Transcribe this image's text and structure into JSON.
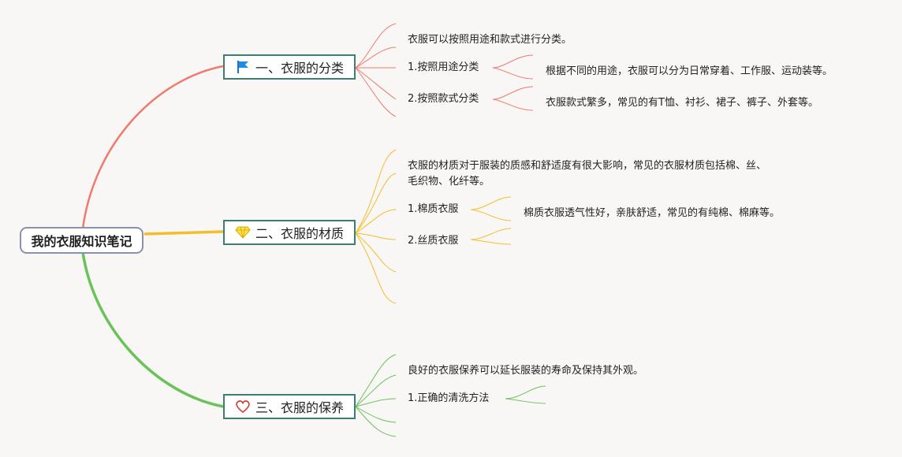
{
  "root": {
    "label": "我的衣服知识笔记"
  },
  "colors": {
    "branch1": "#ef7a6d",
    "branch2": "#f4bd2b",
    "branch3": "#6cc25a",
    "node_border": "#3a7e74",
    "root_border": "#8892ab"
  },
  "branches": [
    {
      "icon": "flag-icon",
      "label": "一、衣服的分类",
      "intro": "衣服可以按照用途和款式进行分类。",
      "subs": [
        {
          "label": "1.按照用途分类",
          "detail": "根据不同的用途，衣服可以分为日常穿着、工作服、运动装等。"
        },
        {
          "label": "2.按照款式分类",
          "detail": "衣服款式繁多，常见的有T恤、衬衫、裙子、裤子、外套等。"
        }
      ]
    },
    {
      "icon": "diamond-icon",
      "label": "二、衣服的材质",
      "intro_line1": "衣服的材质对于服装的质感和舒适度有很大影响，常见的衣服材质包括棉、丝、",
      "intro_line2": "毛织物、化纤等。",
      "subs": [
        {
          "label": "1.棉质衣服",
          "detail": "棉质衣服透气性好，亲肤舒适，常见的有纯棉、棉麻等。"
        },
        {
          "label": "2.丝质衣服",
          "detail": ""
        }
      ]
    },
    {
      "icon": "heart-icon",
      "label": "三、衣服的保养",
      "intro": "良好的衣服保养可以延长服装的寿命及保持其外观。",
      "subs": [
        {
          "label": "1.正确的清洗方法",
          "detail": ""
        }
      ]
    }
  ]
}
